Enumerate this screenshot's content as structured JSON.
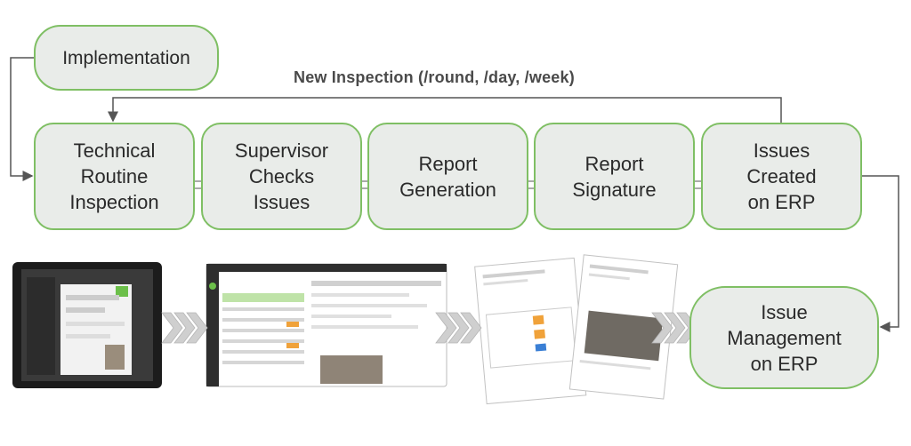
{
  "diagram": {
    "implementation": "Implementation",
    "loop_label": "New Inspection (/round, /day, /week)",
    "steps": [
      "Technical\nRoutine\nInspection",
      "Supervisor\nChecks\nIssues",
      "Report\nGeneration",
      "Report\nSignature",
      "Issues\nCreated\non ERP"
    ],
    "issue_management": "Issue\nManagement\non ERP"
  },
  "colors": {
    "node_fill": "#e9ece9",
    "node_border": "#7fbf64",
    "connector": "#555555",
    "chevron": "#c9c9c9"
  },
  "screenshots": [
    "tablet-inspection-app-screenshot",
    "supervisor-web-dashboard-screenshot",
    "generated-report-pages-screenshot"
  ]
}
